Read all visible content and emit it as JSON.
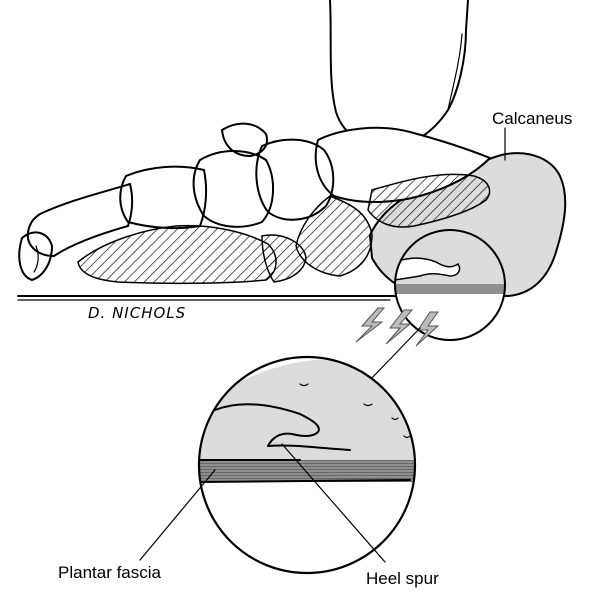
{
  "labels": {
    "calcaneus": "Calcaneus",
    "plantar_fascia": "Plantar fascia",
    "heel_spur": "Heel spur"
  },
  "signature": "D. NICHOLS",
  "colors": {
    "bone_shade": "#dcdcdc",
    "fascia_shade": "#8f8f8f",
    "ink": "#000000",
    "background": "#ffffff"
  },
  "icons": [
    "pain-lightning-icon"
  ]
}
